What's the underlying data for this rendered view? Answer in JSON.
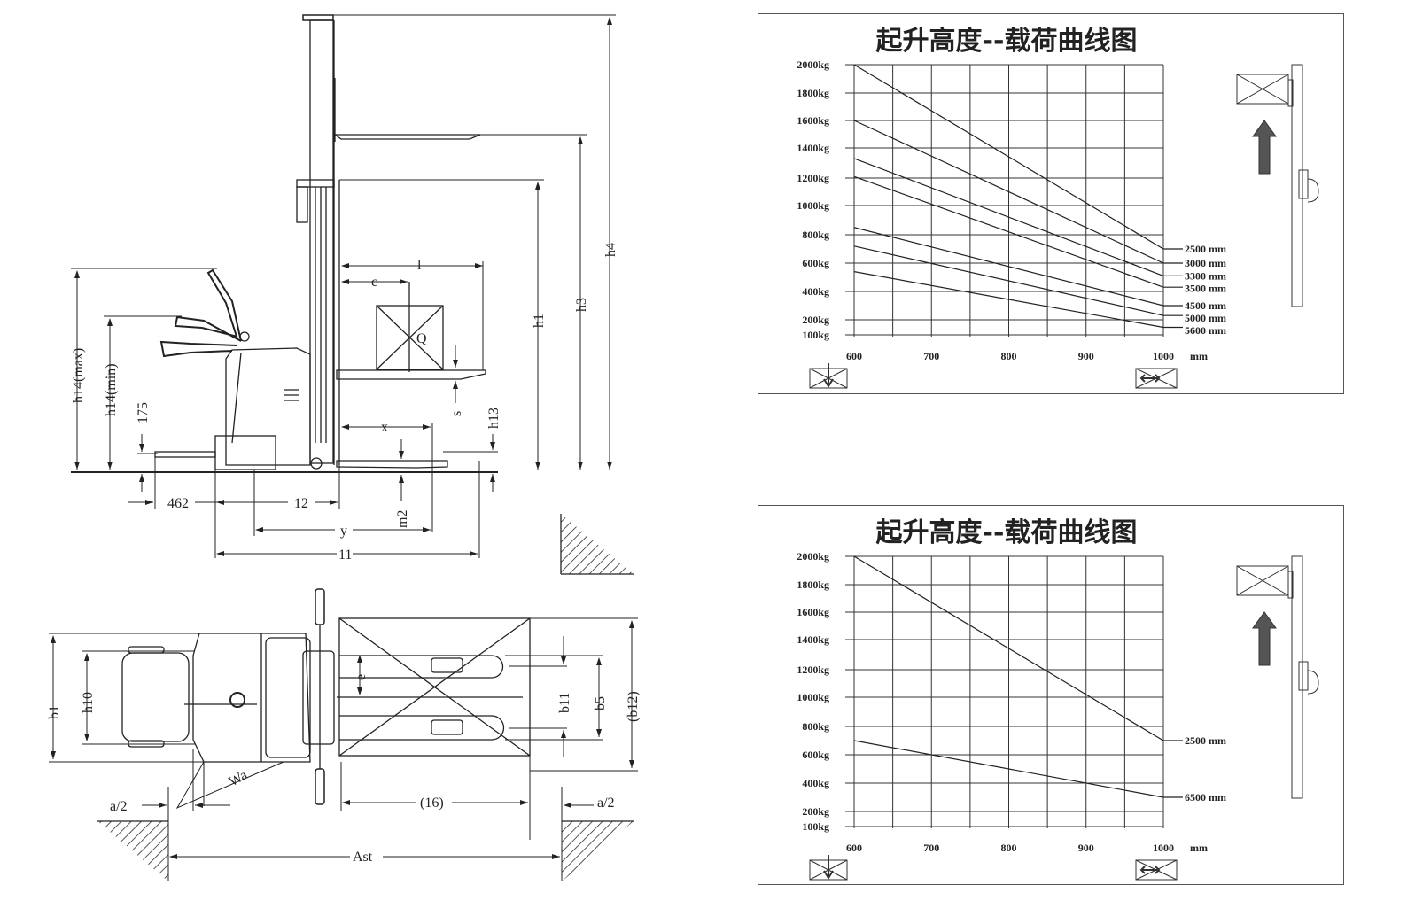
{
  "diagram": {
    "side_view": {
      "h4": "h4",
      "h3": "h3",
      "h1": "h1",
      "l": "l",
      "c": "c",
      "Q": "Q",
      "s": "s",
      "x": "x",
      "h13": "h13",
      "h14_max": "h14(max)",
      "h14_min": "h14(min)",
      "d175": "175",
      "d462": "462",
      "d12": "12",
      "y": "y",
      "m2": "m2",
      "d11": "11"
    },
    "top_view": {
      "b1": "b1",
      "h10": "h10",
      "e": "e",
      "b11": "b11",
      "b5": "b5",
      "b12": "(b12)",
      "Wa": "Wa",
      "a2_left": "a/2",
      "a2_right": "a/2",
      "d16": "(16)",
      "Ast": "Ast"
    }
  },
  "chart_data": [
    {
      "type": "line",
      "title": "起升高度--载荷曲线图",
      "xlabel": "mm",
      "x_unit": "mm",
      "x_ticks": [
        "600",
        "700",
        "800",
        "900",
        "1000"
      ],
      "y_ticks": [
        "2000kg",
        "1800kg",
        "1600kg",
        "1400kg",
        "1200kg",
        "1000kg",
        "800kg",
        "600kg",
        "400kg",
        "200kg",
        "100kg"
      ],
      "xlim": [
        600,
        1000
      ],
      "ylim": [
        100,
        2000
      ],
      "grid": true,
      "series": [
        {
          "name": "2500 mm",
          "x": [
            600,
            1000
          ],
          "values": [
            2000,
            700
          ]
        },
        {
          "name": "3000 mm",
          "x": [
            600,
            1000
          ],
          "values": [
            1600,
            600
          ]
        },
        {
          "name": "3300 mm",
          "x": [
            600,
            1000
          ],
          "values": [
            1330,
            510
          ]
        },
        {
          "name": "3500 mm",
          "x": [
            600,
            1000
          ],
          "values": [
            1210,
            430
          ]
        },
        {
          "name": "4500 mm",
          "x": [
            600,
            1000
          ],
          "values": [
            850,
            300
          ]
        },
        {
          "name": "5000 mm",
          "x": [
            600,
            1000
          ],
          "values": [
            720,
            230
          ]
        },
        {
          "name": "5600 mm",
          "x": [
            600,
            1000
          ],
          "values": [
            540,
            150
          ]
        }
      ]
    },
    {
      "type": "line",
      "title": "起升高度--载荷曲线图",
      "xlabel": "mm",
      "x_unit": "mm",
      "x_ticks": [
        "600",
        "700",
        "800",
        "900",
        "1000"
      ],
      "y_ticks": [
        "2000kg",
        "1800kg",
        "1600kg",
        "1400kg",
        "1200kg",
        "1000kg",
        "800kg",
        "600kg",
        "400kg",
        "200kg",
        "100kg"
      ],
      "xlim": [
        600,
        1000
      ],
      "ylim": [
        100,
        2000
      ],
      "grid": true,
      "series": [
        {
          "name": "2500 mm",
          "x": [
            600,
            1000
          ],
          "values": [
            2000,
            700
          ]
        },
        {
          "name": "6500 mm",
          "x": [
            600,
            1000
          ],
          "values": [
            700,
            300
          ]
        }
      ]
    }
  ]
}
